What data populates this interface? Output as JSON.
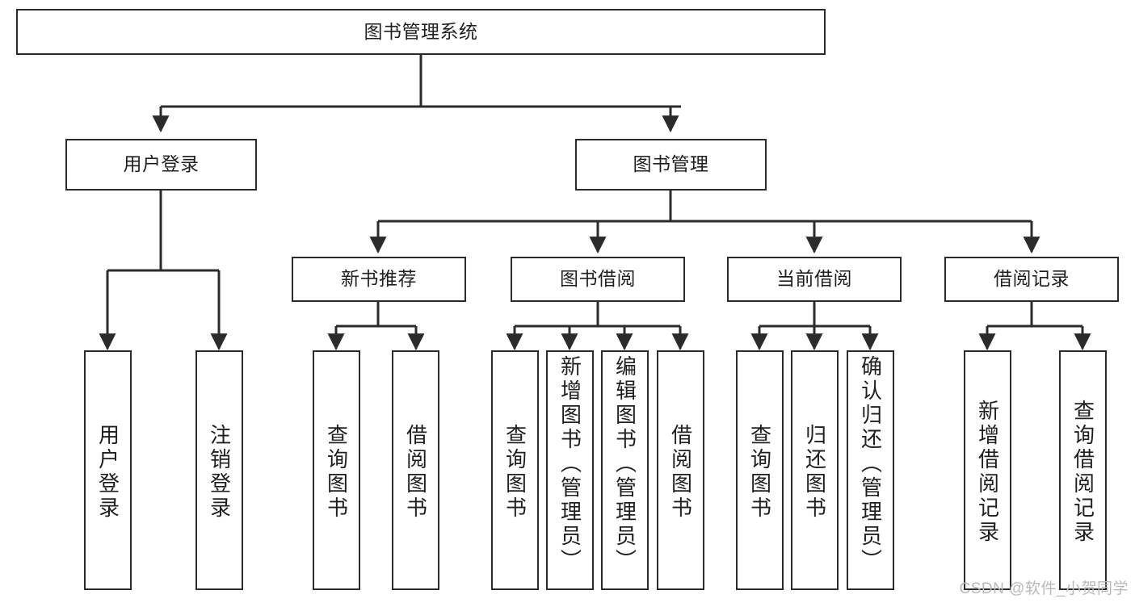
{
  "diagram": {
    "type": "tree-hierarchy",
    "title": "图书管理系统",
    "colors": {
      "node_border": "#2b2b2b",
      "node_fill": "#ffffff",
      "edge": "#2b2b2b",
      "text": "#1f1f1f",
      "watermark": "#b9b9b9",
      "background": "#ffffff"
    },
    "nodes": {
      "root": {
        "label": "图书管理系统"
      },
      "level2": [
        {
          "label": "用户登录"
        },
        {
          "label": "图书管理"
        }
      ],
      "level3": [
        {
          "label": "新书推荐"
        },
        {
          "label": "图书借阅"
        },
        {
          "label": "当前借阅"
        },
        {
          "label": "借阅记录"
        }
      ],
      "leaves": {
        "user_login": [
          {
            "label": "用户登录"
          },
          {
            "label": "注销登录"
          }
        ],
        "new_book_recommend": [
          {
            "label": "查询图书"
          },
          {
            "label": "借阅图书"
          }
        ],
        "book_borrow": [
          {
            "label": "查询图书"
          },
          {
            "label": "新增图书（管理员）"
          },
          {
            "label": "编辑图书（管理员）"
          },
          {
            "label": "借阅图书"
          }
        ],
        "current_borrow": [
          {
            "label": "查询图书"
          },
          {
            "label": "归还图书"
          },
          {
            "label": "确认归还（管理员）"
          }
        ],
        "borrow_record": [
          {
            "label": "新增借阅记录"
          },
          {
            "label": "查询借阅记录"
          }
        ]
      }
    },
    "watermark": "CSDN @软件_小贺同学"
  }
}
